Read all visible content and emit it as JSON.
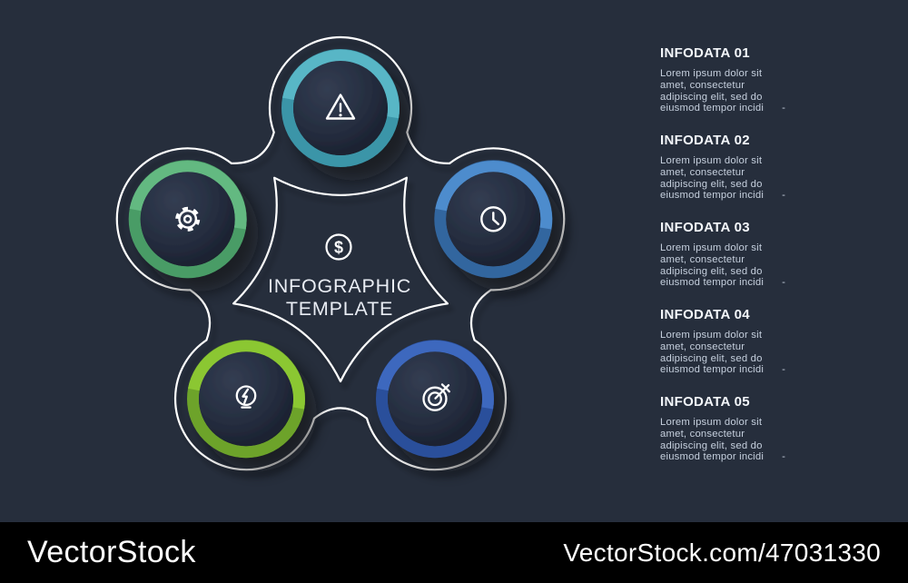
{
  "center": {
    "icon": "dollar-icon",
    "icon_symbol": "$",
    "title_line1": "INFOGRAPHIC",
    "title_line2": "TEMPLATE"
  },
  "diagram": {
    "nodes": [
      {
        "id": "01",
        "position": "top",
        "icon": "warning-icon",
        "ring_color": "#58b6c6",
        "ring_shade": "#3b95a8"
      },
      {
        "id": "02",
        "position": "right",
        "icon": "clock-icon",
        "ring_color": "#4e8ccd",
        "ring_shade": "#33669f"
      },
      {
        "id": "03",
        "position": "bottom-right",
        "icon": "target-icon",
        "ring_color": "#3c68be",
        "ring_shade": "#2a4f9b"
      },
      {
        "id": "04",
        "position": "bottom-left",
        "icon": "bulb-icon",
        "ring_color": "#8bc732",
        "ring_shade": "#6da329"
      },
      {
        "id": "05",
        "position": "left",
        "icon": "gear-icon",
        "ring_color": "#63b981",
        "ring_shade": "#4a9c66"
      }
    ]
  },
  "panel": {
    "items": [
      {
        "title": "INFODATA 01",
        "body": "Lorem ipsum dolor sit\namet, consectetur\nadipiscing elit, sed do\neiusmod tempor incidi      -"
      },
      {
        "title": "INFODATA 02",
        "body": "Lorem ipsum dolor sit\namet, consectetur\nadipiscing elit, sed do\neiusmod tempor incidi      -"
      },
      {
        "title": "INFODATA 03",
        "body": "Lorem ipsum dolor sit\namet, consectetur\nadipiscing elit, sed do\neiusmod tempor incidi      -"
      },
      {
        "title": "INFODATA 04",
        "body": "Lorem ipsum dolor sit\namet, consectetur\nadipiscing elit, sed do\neiusmod tempor incidi      -"
      },
      {
        "title": "INFODATA 05",
        "body": "Lorem ipsum dolor sit\namet, consectetur\nadipiscing elit, sed do\neiusmod tempor incidi      -"
      }
    ]
  },
  "watermark": {
    "brand": "VectorStock",
    "url_label": "VectorStock.com/47031330"
  },
  "colors": {
    "background": "#262e3c",
    "bar_background": "#000000",
    "outline": "#ffffff",
    "node_inner_top": "#323c50",
    "node_inner_bottom": "#161c2a",
    "heading_text": "#f3f6fa",
    "body_text": "#c6d0de",
    "center_text": "#e9edf4"
  }
}
